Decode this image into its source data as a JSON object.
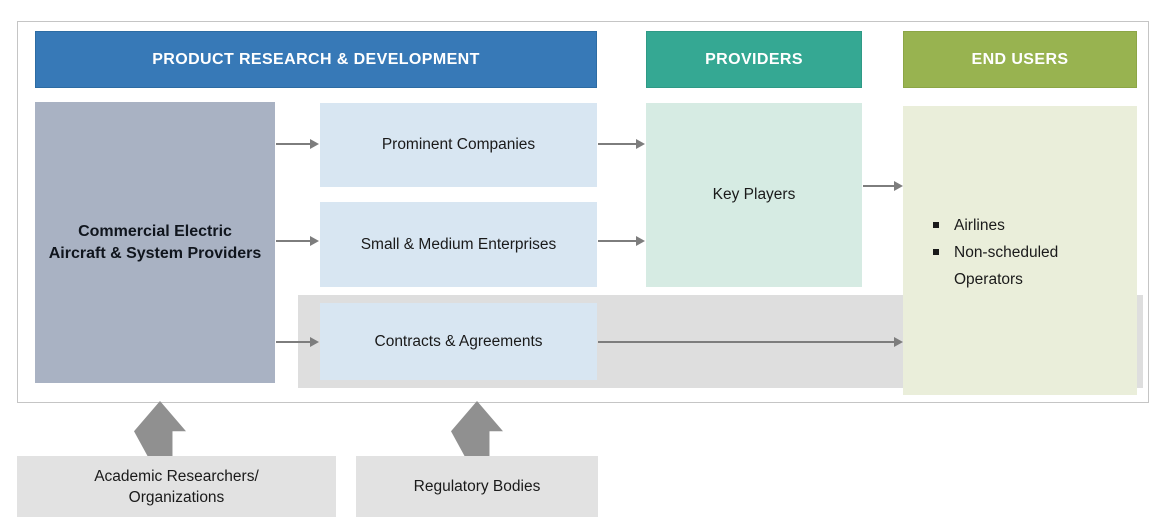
{
  "headers": {
    "prd": "PRODUCT RESEARCH & DEVELOPMENT",
    "providers": "PROVIDERS",
    "end_users": "END USERS"
  },
  "boxes": {
    "source": {
      "lines": [
        "Commercial Electric",
        "Aircraft & System Providers"
      ]
    },
    "prominent_companies": {
      "label": "Prominent Companies"
    },
    "sme": {
      "label": "Small & Medium Enterprises"
    },
    "contracts": {
      "label": "Contracts & Agreements"
    },
    "key_players": {
      "label": "Key Players"
    },
    "end_users": {
      "items": [
        "Airlines",
        "Non-scheduled Operators"
      ]
    },
    "academic": {
      "lines": [
        "Academic Researchers/",
        "Organizations"
      ]
    },
    "regulatory": {
      "label": "Regulatory Bodies"
    }
  },
  "colors": {
    "prd_header": "#3779b7",
    "providers_header": "#35a893",
    "end_users_header": "#98b350",
    "source_box": "#a9b2c3",
    "light_blue_box": "#d8e6f2",
    "light_teal_box": "#d6ebe3",
    "light_olive_box": "#eaeeda",
    "gray_band": "#dedede",
    "bottom_box": "#e2e2e2",
    "thin_arrow": "#7d7d7d",
    "block_arrow": "#909090"
  }
}
